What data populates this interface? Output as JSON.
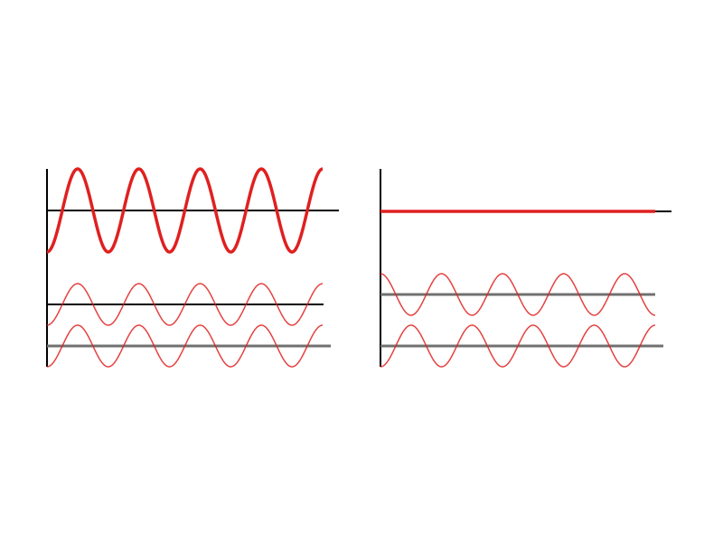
{
  "colors": {
    "wave": "#e02020",
    "axis": "#000000",
    "baseline_grey": "#707070",
    "background": "#ffffff"
  },
  "panels": [
    {
      "name": "constructive-interference",
      "resultant": {
        "amplitude": 2,
        "phase_deg": -90,
        "cycles": 4.5,
        "flat": false
      },
      "components": [
        {
          "amplitude": 1,
          "phase_deg": -90,
          "cycles": 4.5,
          "baseline": "black"
        },
        {
          "amplitude": 1,
          "phase_deg": -90,
          "cycles": 4.5,
          "baseline": "grey"
        }
      ]
    },
    {
      "name": "destructive-interference",
      "resultant": {
        "amplitude": 0,
        "phase_deg": 0,
        "cycles": 4.5,
        "flat": true
      },
      "components": [
        {
          "amplitude": 1,
          "phase_deg": 90,
          "cycles": 4.5,
          "baseline": "grey"
        },
        {
          "amplitude": 1,
          "phase_deg": -90,
          "cycles": 4.5,
          "baseline": "grey"
        }
      ]
    }
  ]
}
